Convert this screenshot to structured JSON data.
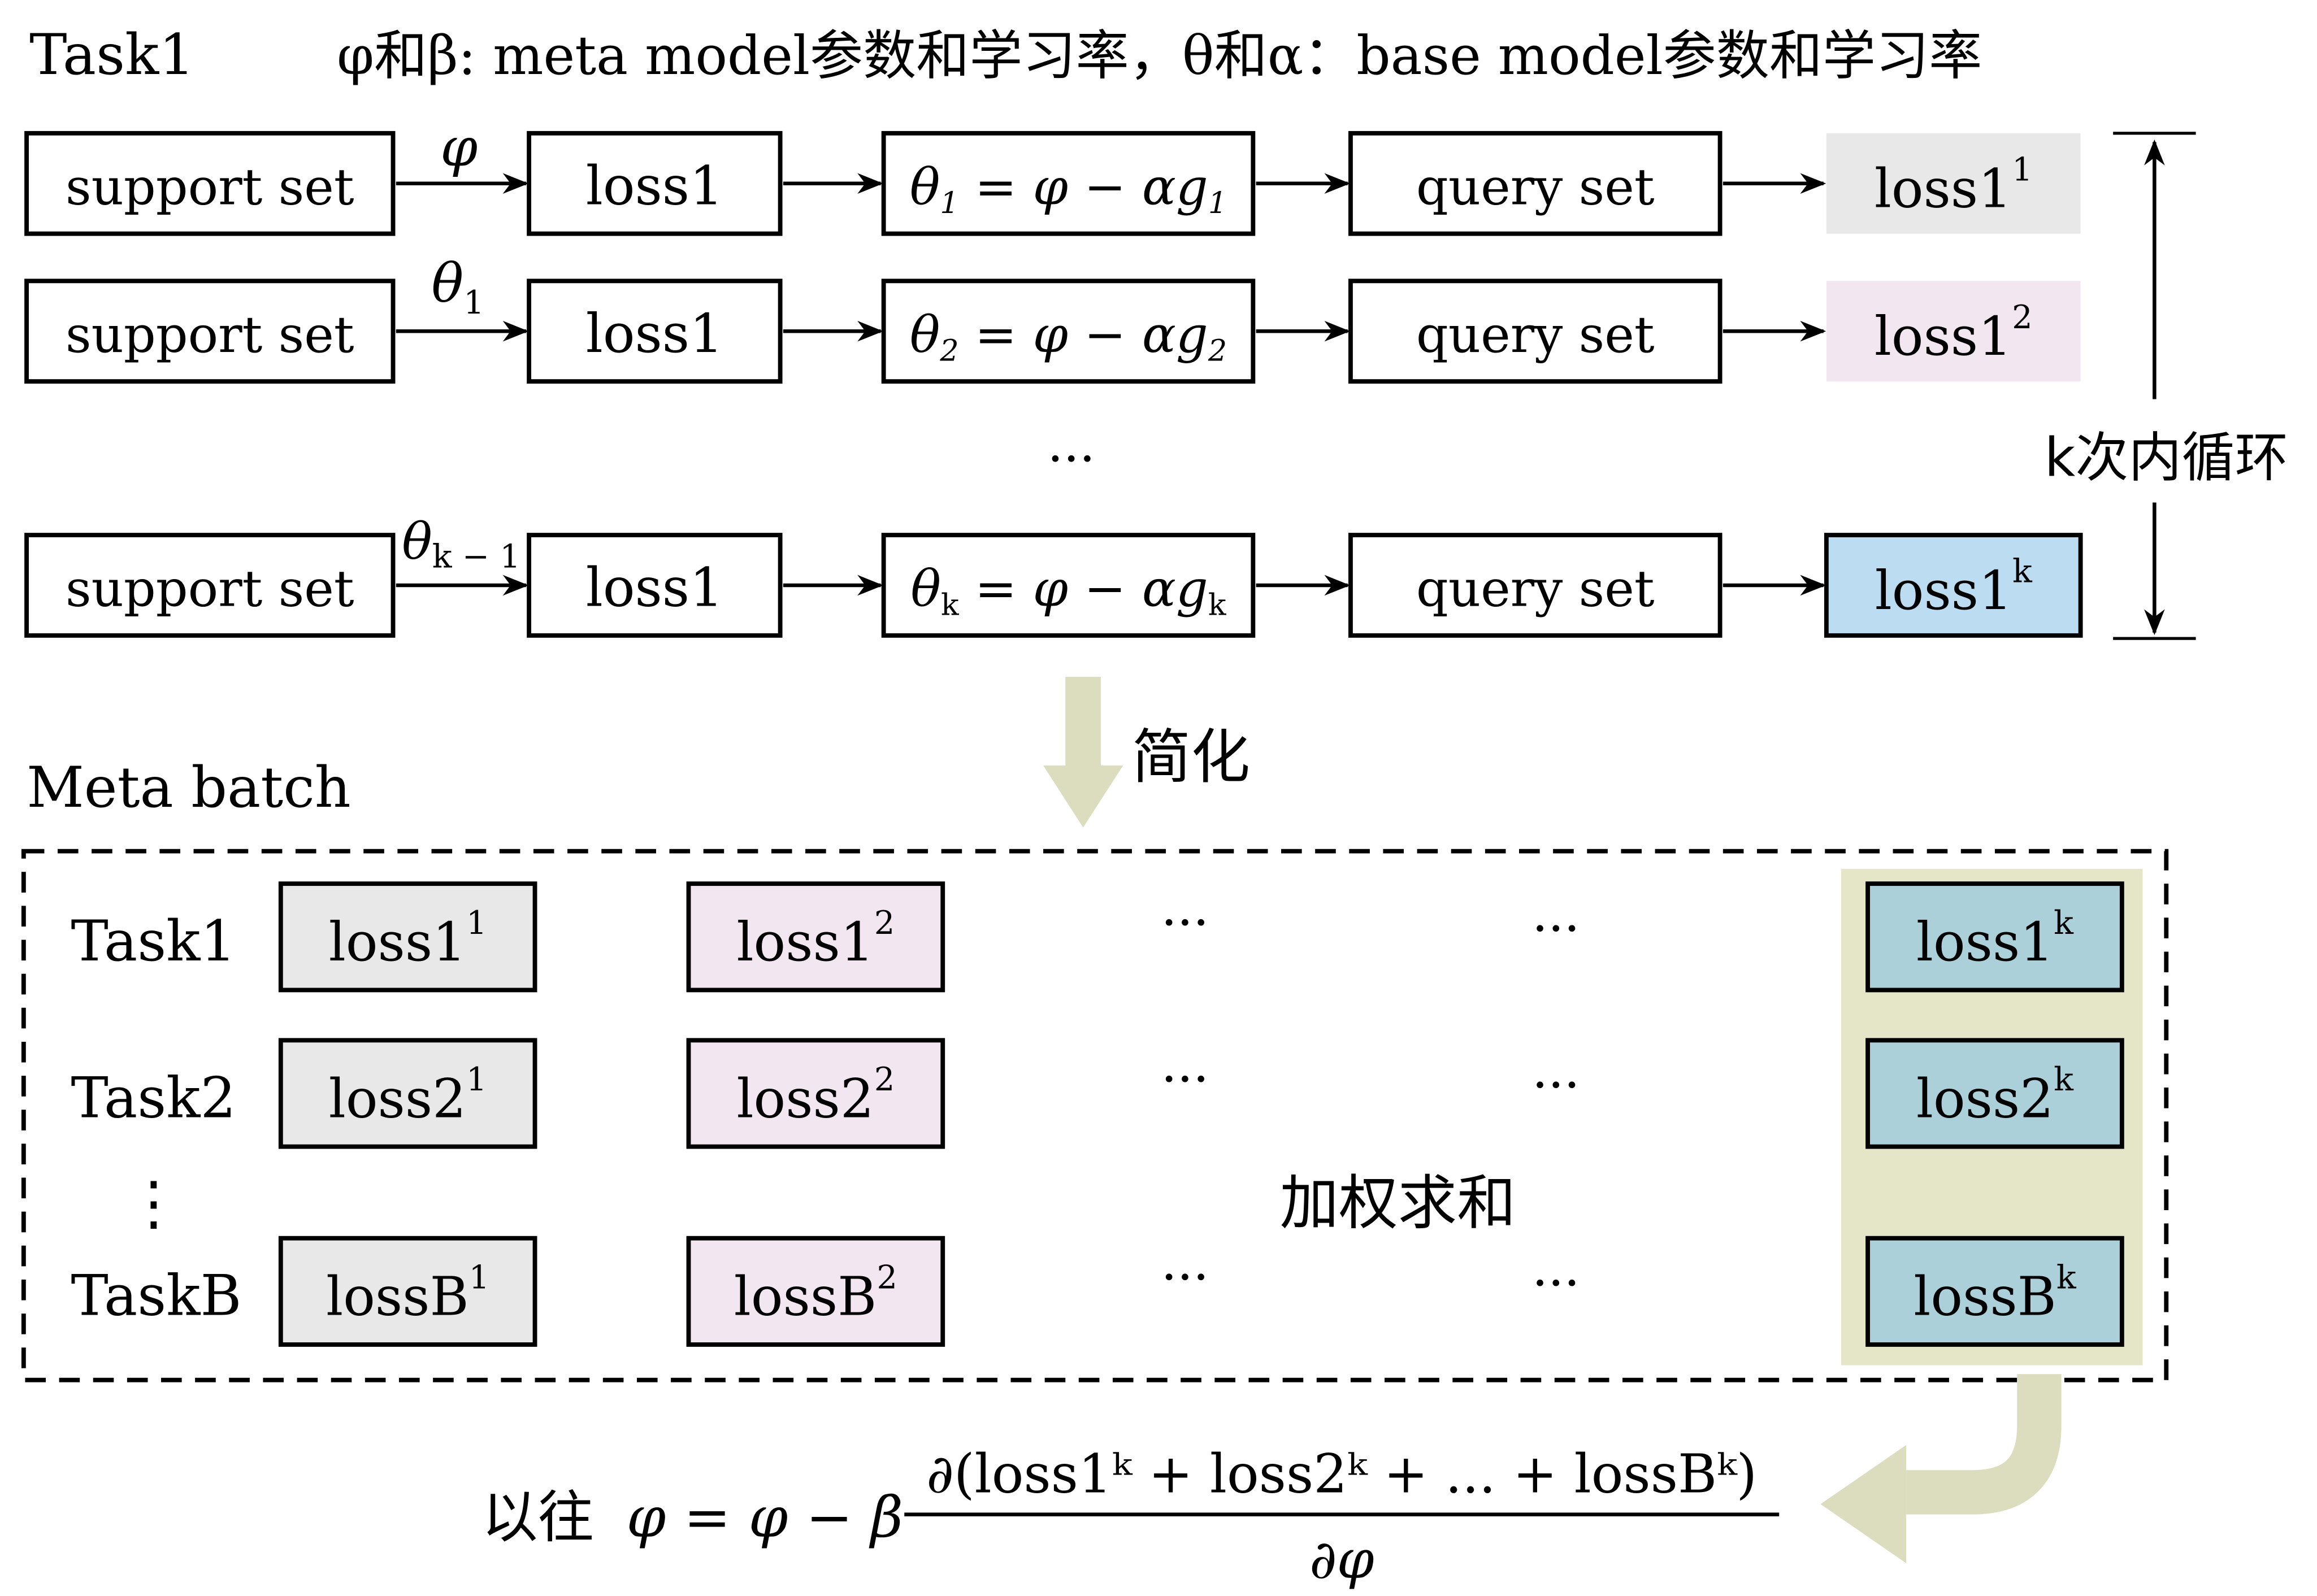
{
  "header": {
    "task_label": "Task1",
    "params_note": "φ和β: meta model参数和学习率，θ和α：base model参数和学习率"
  },
  "inner_loop": {
    "rows": [
      {
        "input": "support set",
        "param": "φ",
        "param_sub": "",
        "loss": "loss1",
        "update_lhs": "θ",
        "update_lhs_sub": "1",
        "update_rhs": " = φ − αg",
        "update_rhs_sub": "1",
        "query": "query set",
        "result": "loss1",
        "result_sup": "1",
        "result_color": "#e8e8e8"
      },
      {
        "input": "support set",
        "param": "θ",
        "param_sub": "1",
        "loss": "loss1",
        "update_lhs": "θ",
        "update_lhs_sub": "2",
        "update_rhs": " = φ − αg",
        "update_rhs_sub": "2",
        "query": "query set",
        "result": "loss1",
        "result_sup": "2",
        "result_color": "#f2e6f1"
      },
      {
        "input": "support set",
        "param": "θ",
        "param_sub": "k − 1",
        "loss": "loss1",
        "update_lhs": "θ",
        "update_lhs_sub": "k",
        "update_rhs": " = φ − αg",
        "update_rhs_sub": "k",
        "query": "query set",
        "result": "loss1",
        "result_sup": "k",
        "result_color": "#bcdcf2"
      }
    ],
    "ellipsis": "···",
    "loop_label": "k次内循环"
  },
  "simplify_label": "简化",
  "meta_batch": {
    "title": "Meta batch",
    "tasks": [
      {
        "label": "Task1",
        "cells": [
          {
            "base": "loss1",
            "sup": "1"
          },
          {
            "base": "loss1",
            "sup": "2"
          },
          {
            "base": "loss1",
            "sup": "k"
          }
        ]
      },
      {
        "label": "Task2",
        "cells": [
          {
            "base": "loss2",
            "sup": "1"
          },
          {
            "base": "loss2",
            "sup": "2"
          },
          {
            "base": "loss2",
            "sup": "k"
          }
        ]
      },
      {
        "label": "TaskB",
        "cells": [
          {
            "base": "lossB",
            "sup": "1"
          },
          {
            "base": "lossB",
            "sup": "2"
          },
          {
            "base": "lossB",
            "sup": "k"
          }
        ]
      }
    ],
    "vertical_dots": "⋮",
    "ellipsis": "···",
    "weighted_sum_label": "加权求和",
    "colors": {
      "col1": "#e8e8e8",
      "col2": "#f2e6f1",
      "colk": "#acd0d9",
      "highlight": "#e5e5c8",
      "arrow": "#dcdcbf"
    }
  },
  "formula": {
    "prefix": "以往",
    "lhs": "φ = φ − β",
    "numerator": "∂(loss1ᵏ + loss2ᵏ + ... + lossBᵏ)",
    "denominator": "∂φ"
  }
}
